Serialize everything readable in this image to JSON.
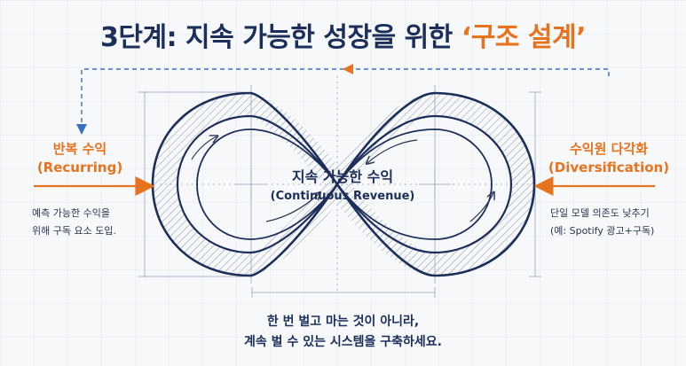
{
  "title": {
    "main": "3단계: 지속 가능한 성장을 위한 ",
    "accent": "‘구조 설계’"
  },
  "left": {
    "title_ko": "반복 수익",
    "title_en": "(Recurring)",
    "desc_line1": "예측 가능한 수익을",
    "desc_line2": "위해 구독 요소 도입."
  },
  "right": {
    "title_ko": "수익원 다각화",
    "title_en": "(Diversification)",
    "desc_line1": "단일 모델 의존도 낮추기",
    "desc_line2": "(예: Spotify 광고+구독)"
  },
  "center": {
    "title": "지속 가능한 수익",
    "subtitle": "(Continuous Revenue)"
  },
  "bottom": {
    "line1": "한 번 벌고 마는 것이 아니라,",
    "line2": "계속 벌 수 있는 시스템을 구축하세요."
  },
  "colors": {
    "navy": "#1c2f5a",
    "orange": "#e8731f",
    "dashed_blue": "#3b6fc4",
    "grid": "#e3e8ef"
  },
  "icons": [
    "infinity-loop-icon",
    "arrow-right-icon",
    "arrow-left-icon",
    "dashed-return-arrow-icon"
  ]
}
